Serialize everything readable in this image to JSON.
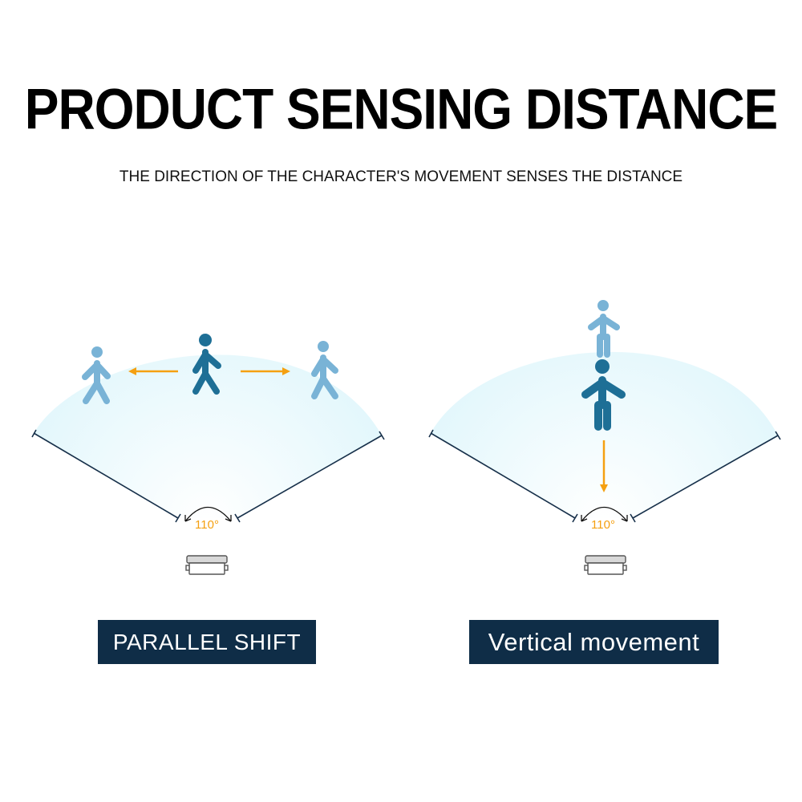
{
  "title": "PRODUCT SENSING DISTANCE",
  "subtitle": "THE DIRECTION OF THE CHARACTER'S MOVEMENT SENSES THE DISTANCE",
  "left_panel": {
    "label": "PARALLEL SHIFT",
    "angle": "110°"
  },
  "right_panel": {
    "label": "Vertical movement",
    "angle": "110°"
  },
  "colors": {
    "fan_fill": "#e6f8fc",
    "figure_dark": "#1e6f96",
    "figure_light": "#79b3d6",
    "arrow": "#f5a011",
    "line": "#17304a",
    "label_bg": "#0f2d47"
  }
}
